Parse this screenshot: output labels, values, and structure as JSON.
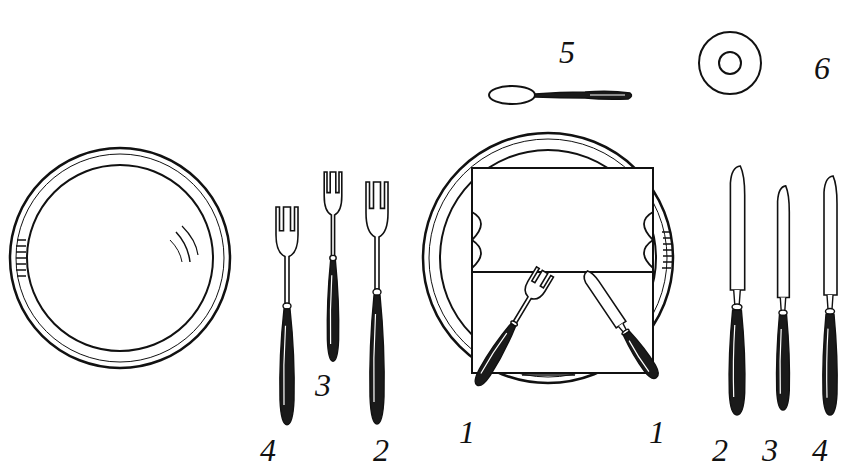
{
  "diagram": {
    "labels": [
      "5",
      "6",
      "3",
      "4",
      "2",
      "1",
      "1",
      "2",
      "3",
      "4"
    ]
  }
}
